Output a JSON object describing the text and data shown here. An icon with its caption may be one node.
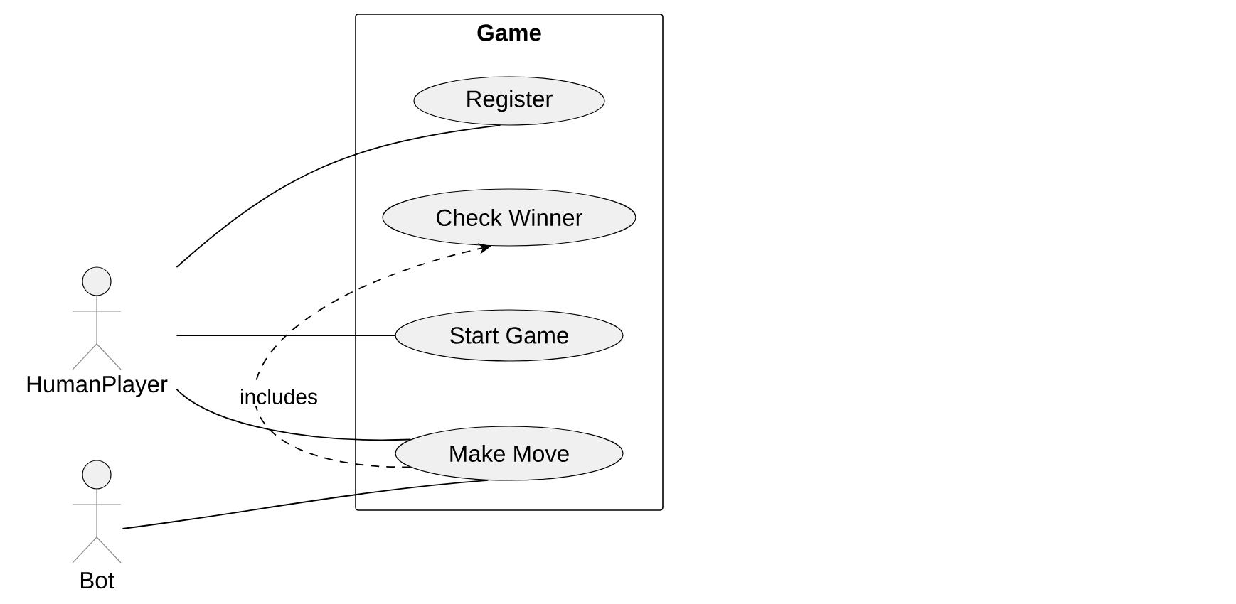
{
  "diagram": {
    "nodes": [
      {
        "text": [
          "Game"
        ]
      },
      {
        "text": [
          "Register"
        ],
        "in": 0
      },
      {
        "text": [
          "Check Winner"
        ],
        "in": 0
      },
      {
        "text": [
          "Start Game"
        ],
        "in": 0
      },
      {
        "text": [
          "Make Move"
        ],
        "in": 0
      },
      {
        "text": [
          "HumanPlayer"
        ]
      },
      {
        "text": [
          "Bot"
        ]
      }
    ],
    "edges": [
      {
        "from": 5,
        "to": 1,
        "arrow": "none"
      },
      {
        "from": 5,
        "to": 3,
        "arrow": "none"
      },
      {
        "from": 5,
        "to": 4,
        "arrow": "none"
      },
      {
        "from": 6,
        "to": 4,
        "arrow": "none"
      },
      {
        "from": 4,
        "to": 2,
        "arrow": "to",
        "style": "dashed",
        "label": "includes"
      }
    ]
  }
}
